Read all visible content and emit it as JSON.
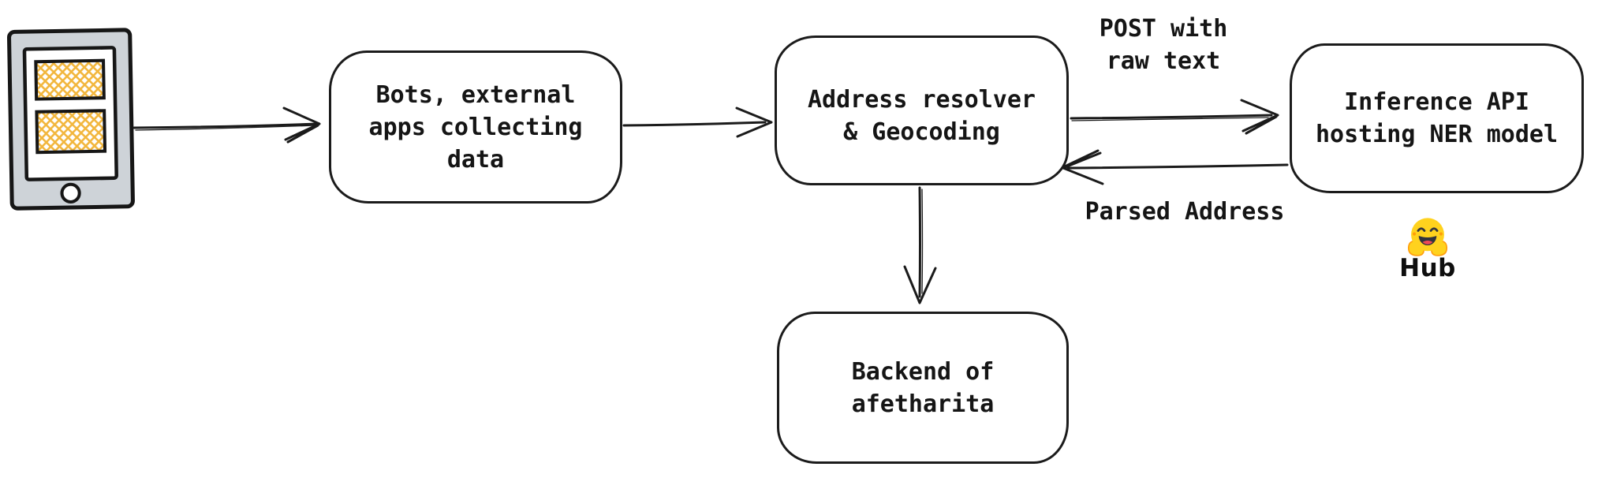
{
  "diagram": {
    "title_hint": "data flow diagram",
    "background_color": "#ffffff",
    "ink_color": "#1b1b1b",
    "phone_icon": {
      "name": "mobile-device-icon",
      "body_color": "#ced3d8",
      "screen_color": "#ffffff",
      "hatch_color": "#f2b63c"
    },
    "nodes": {
      "bots": {
        "label": "Bots, external\napps collecting\ndata"
      },
      "resolver": {
        "label": "Address resolver\n& Geocoding"
      },
      "inference": {
        "label": "Inference API\nhosting NER model"
      },
      "backend": {
        "label": "Backend of\nafetharita"
      }
    },
    "edge_labels": {
      "post_raw_text": "POST with\nraw text",
      "parsed_address": "Parsed Address"
    },
    "hub": {
      "icon": "hugging-face-emoji",
      "emoji": "🤗",
      "label": "Hub",
      "face_color": "#ffd21e",
      "hand_outline_color": "#ff9d0b"
    }
  }
}
